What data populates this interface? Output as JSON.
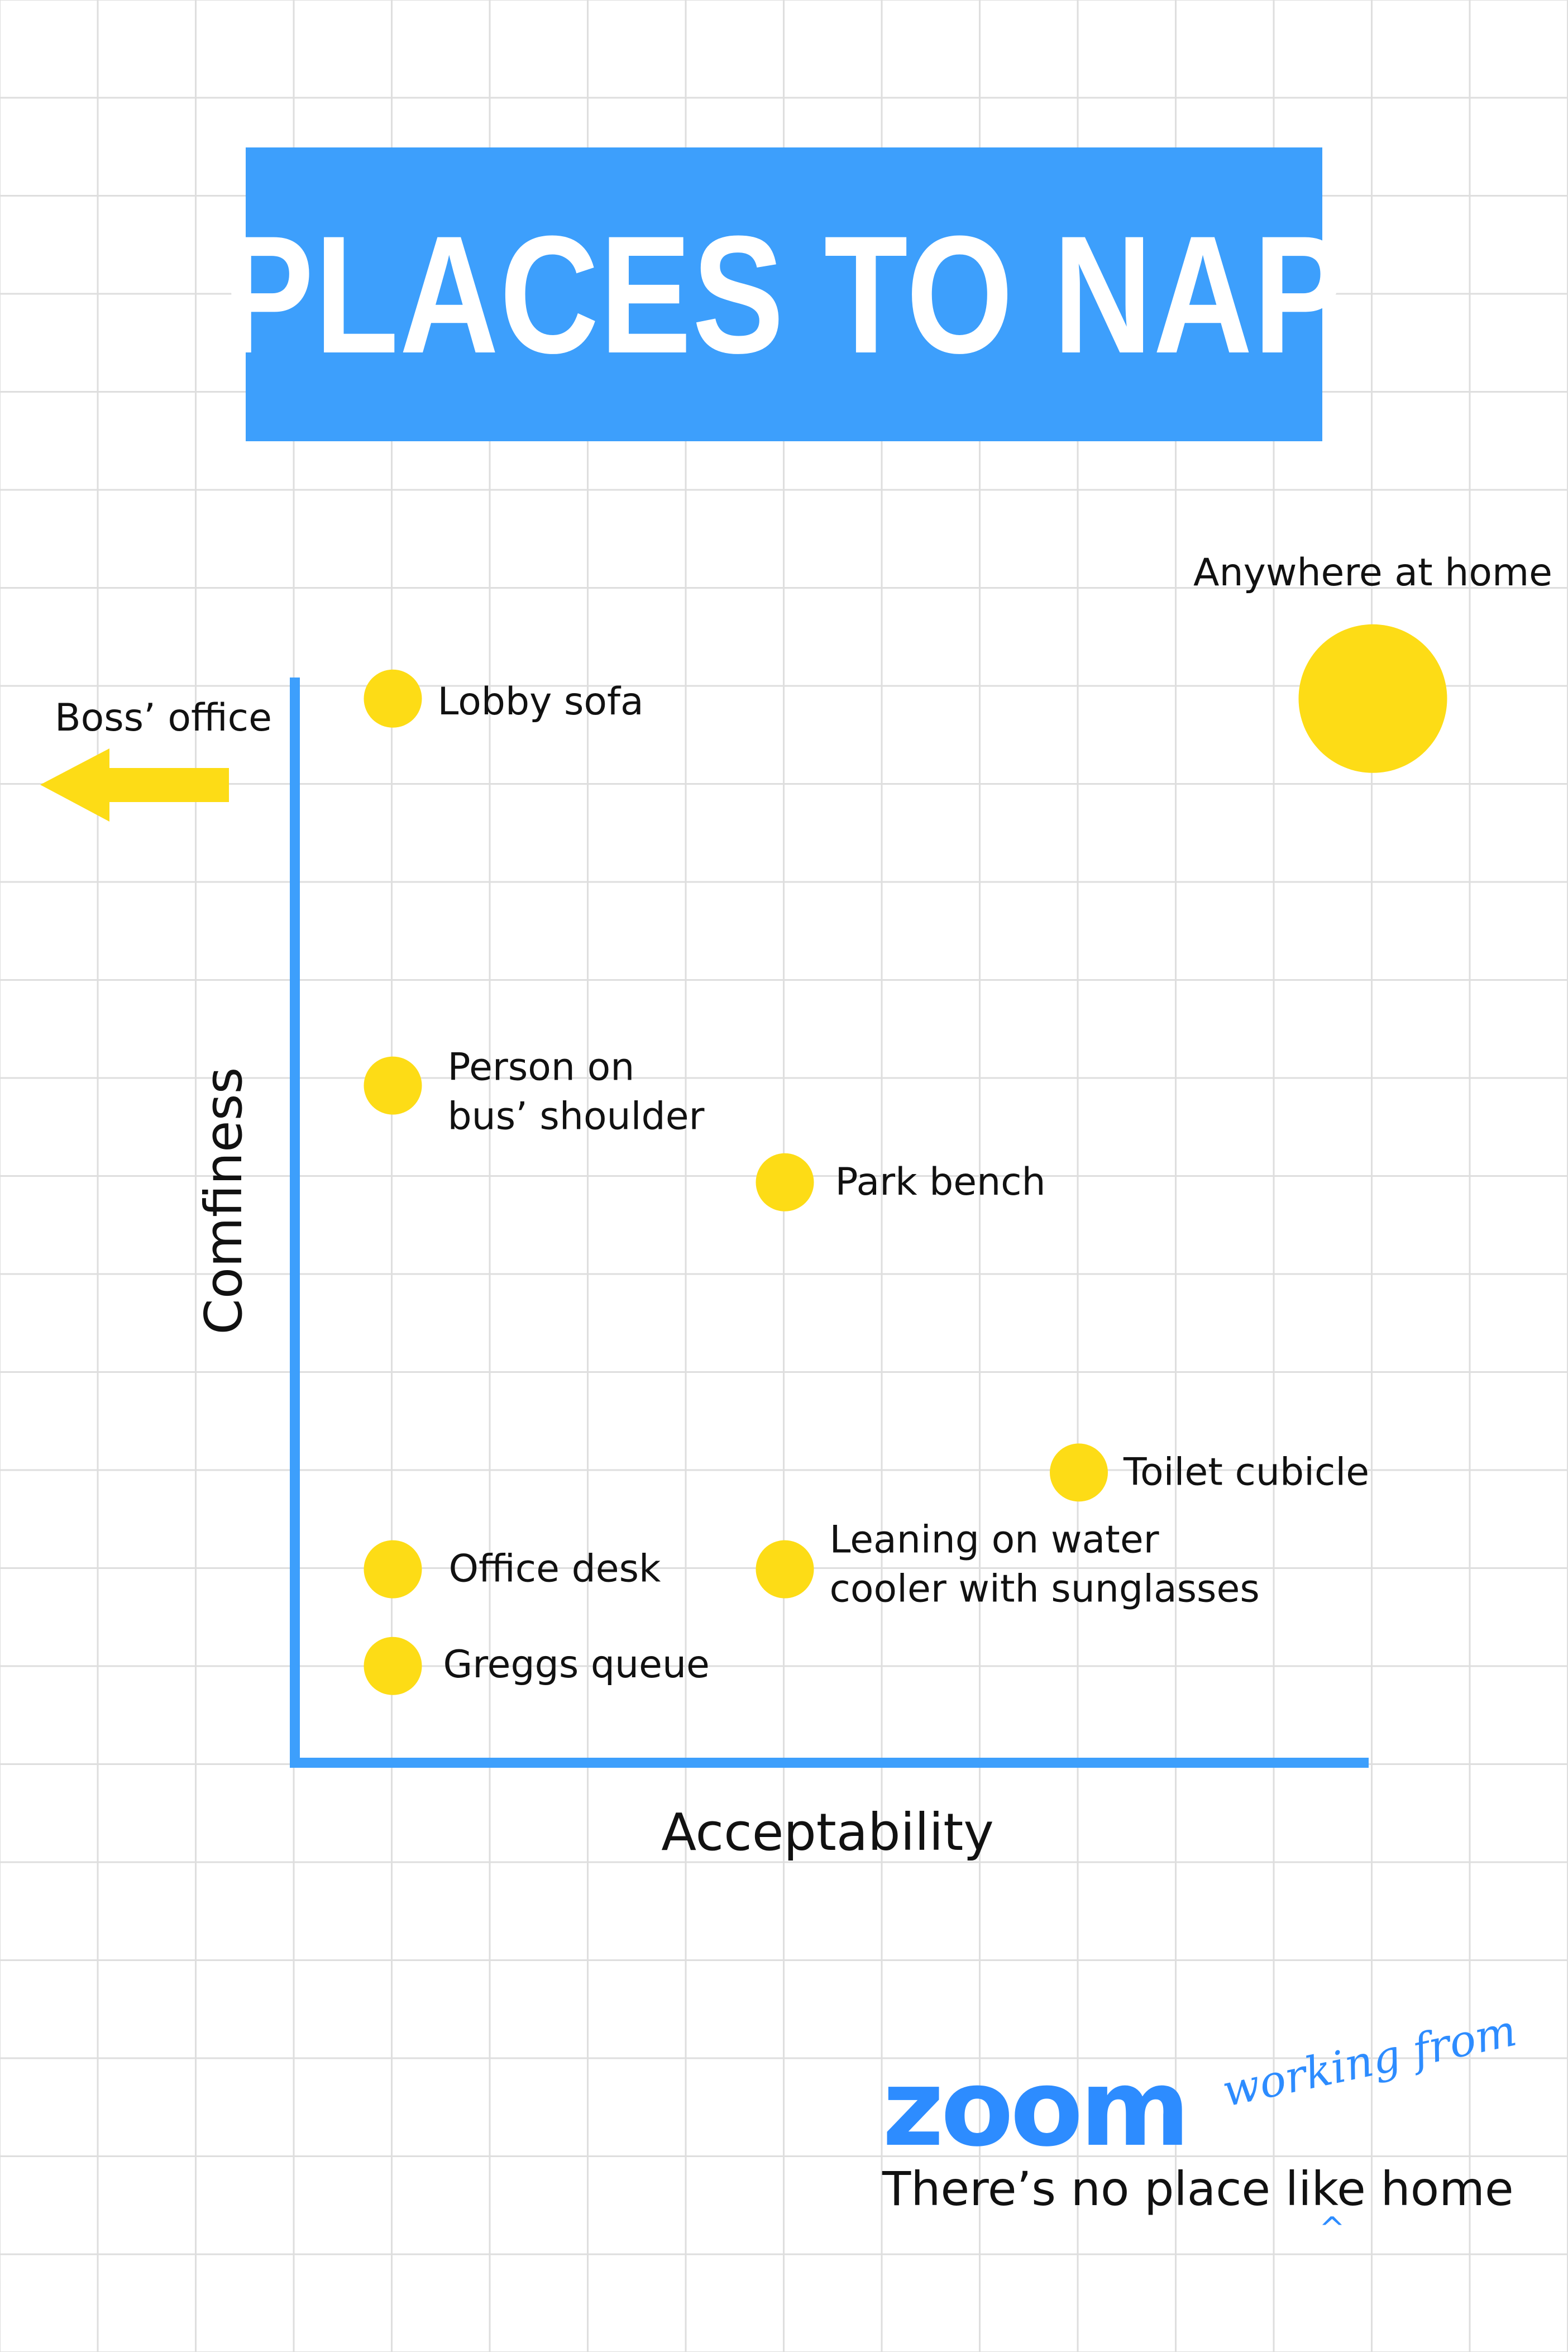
{
  "title": "PLACES TO NAP",
  "chart_data": {
    "type": "scatter",
    "xlabel": "Acceptability",
    "ylabel": "Comfiness",
    "xlim": [
      0,
      11
    ],
    "ylim": [
      0,
      11
    ],
    "grid": true,
    "points": [
      {
        "label": "Lobby sofa",
        "x": 1,
        "y": 11
      },
      {
        "label": "Person on\nbus’ shoulder",
        "x": 1,
        "y": 7
      },
      {
        "label": "Park bench",
        "x": 5,
        "y": 6
      },
      {
        "label": "Toilet cubicle",
        "x": 8,
        "y": 3
      },
      {
        "label": "Office desk",
        "x": 1,
        "y": 2
      },
      {
        "label": "Leaning on water\ncooler with sunglasses",
        "x": 5,
        "y": 2
      },
      {
        "label": "Greggs queue",
        "x": 1,
        "y": 1
      },
      {
        "label": "Anywhere at home",
        "x": 11,
        "y": 11,
        "size": "large"
      }
    ],
    "offchart_annotation": "Boss’ office",
    "colors": {
      "axis": "#3d9ffc",
      "point": "#fddc16",
      "arrow": "#fddc16"
    }
  },
  "footer": {
    "logo": "zoom",
    "script": "working from",
    "slogan": "There’s no place like home",
    "caret": "^"
  }
}
